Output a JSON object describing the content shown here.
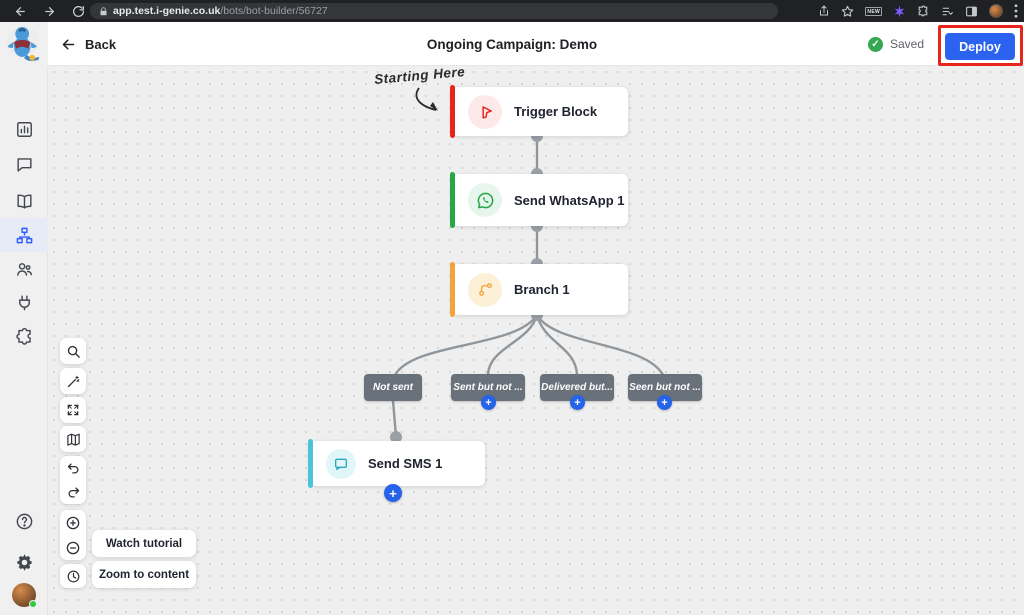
{
  "browser": {
    "url_host": "app.test.i-genie.co.uk",
    "url_path": "/bots/bot-builder/56727",
    "new_badge": "NEW"
  },
  "header": {
    "back_label": "Back",
    "title": "Ongoing Campaign: Demo",
    "saved_label": "Saved",
    "deploy_label": "Deploy"
  },
  "canvas": {
    "annotation": "Starting Here",
    "nodes": [
      {
        "label": "Trigger Block",
        "type": "trigger"
      },
      {
        "label": "Send WhatsApp 1",
        "type": "whatsapp"
      },
      {
        "label": "Branch 1",
        "type": "branch"
      },
      {
        "label": "Send SMS 1",
        "type": "sms"
      }
    ],
    "branch_labels": [
      "Not sent",
      "Sent but not ...",
      "Delivered but...",
      "Seen but not ..."
    ],
    "toolbar": {
      "watch_tutorial": "Watch tutorial",
      "zoom_to_content": "Zoom to content"
    }
  },
  "icons": {
    "plus": "+",
    "check": "✓"
  },
  "colors": {
    "deploy_blue": "#2b63f0",
    "plus_blue": "#2563eb",
    "saved_green": "#34a853",
    "trigger_red": "#e8251c",
    "whatsapp_green": "#28a745",
    "branch_amber": "#f2a33c",
    "sms_teal": "#4cc3d9",
    "branch_label_gray": "#69717a",
    "annotation_red": "#e8251c"
  }
}
